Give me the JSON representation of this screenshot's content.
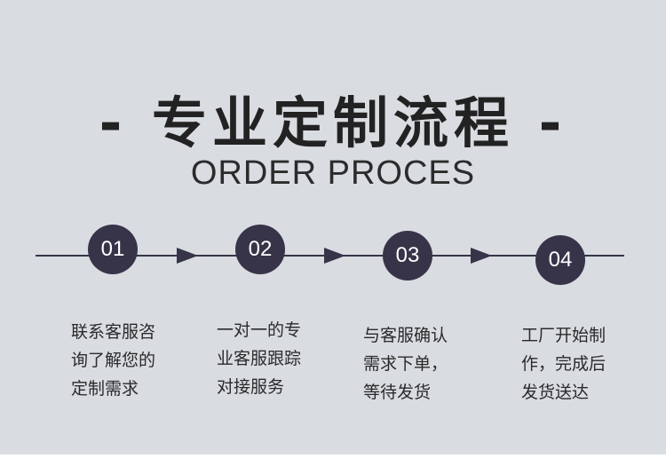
{
  "title": "- 专业定制流程 -",
  "subtitle": "ORDER PROCES",
  "colors": {
    "background": "#d9dce1",
    "accent": "#373449",
    "text": "#222222"
  },
  "steps": [
    {
      "number": "01",
      "description": "联系客服咨\n询了解您的\n定制需求"
    },
    {
      "number": "02",
      "description": "一对一的专\n业客服跟踪\n对接服务"
    },
    {
      "number": "03",
      "description": "与客服确认\n需求下单，\n等待发货"
    },
    {
      "number": "04",
      "description": "工厂开始制\n作，完成后\n发货送达"
    }
  ]
}
